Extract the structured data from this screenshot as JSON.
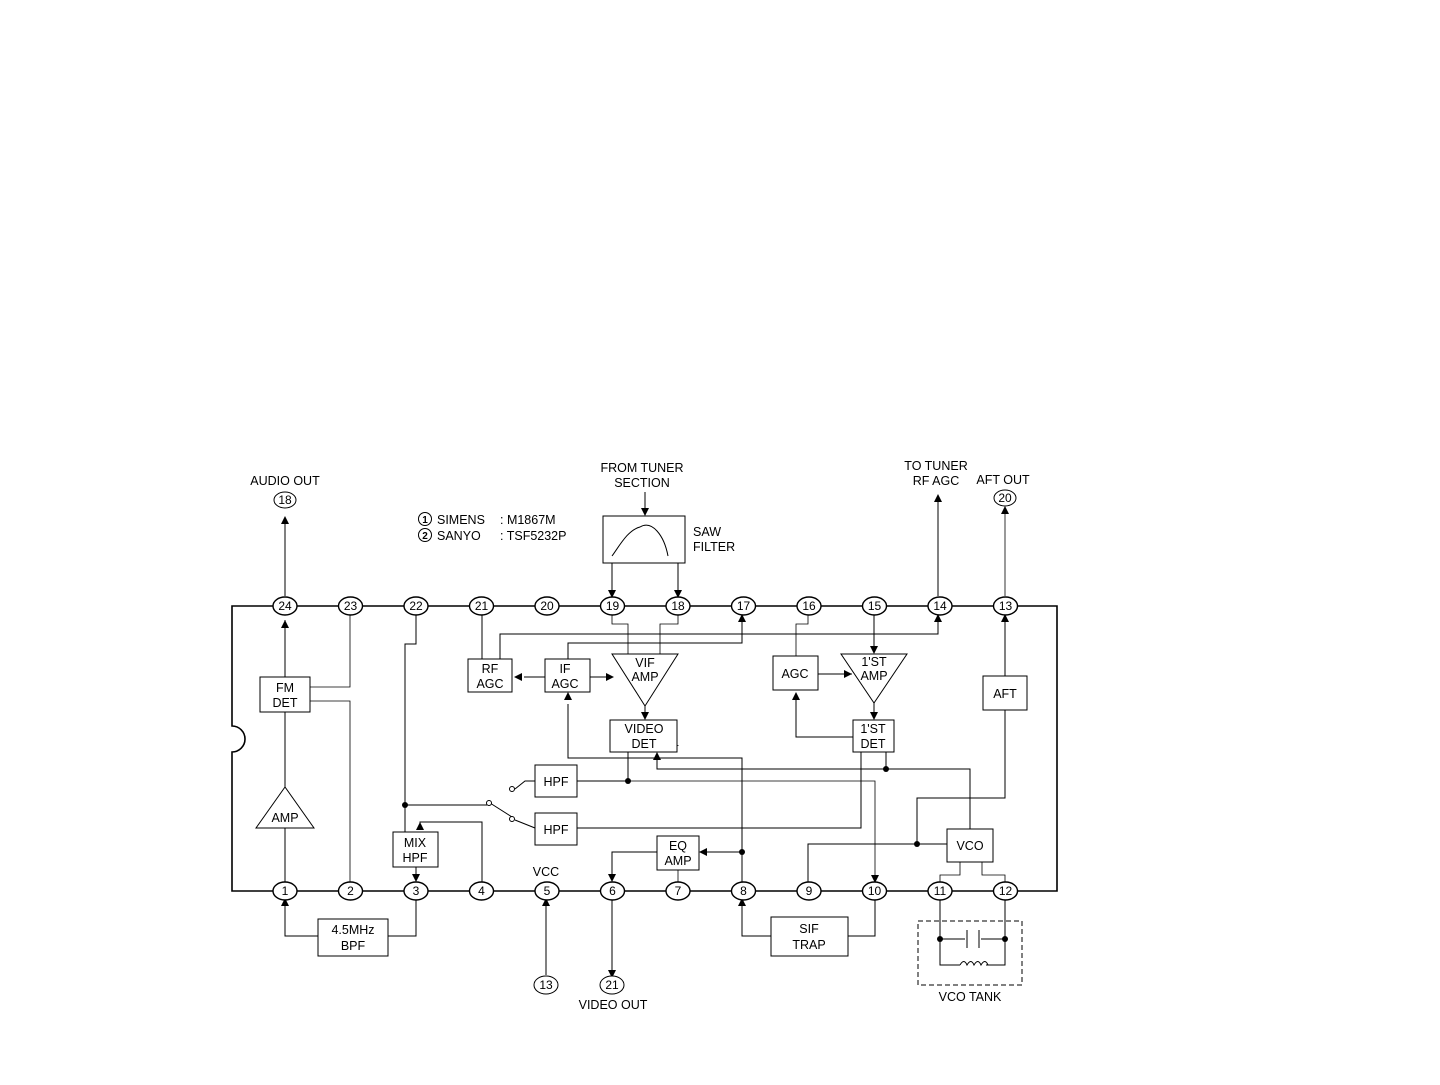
{
  "pins_top": [
    "24",
    "23",
    "22",
    "21",
    "20",
    "19",
    "18",
    "17",
    "16",
    "15",
    "14",
    "13"
  ],
  "pins_bottom": [
    "1",
    "2",
    "3",
    "4",
    "5",
    "6",
    "7",
    "8",
    "9",
    "10",
    "11",
    "12"
  ],
  "external": {
    "audio_out": "AUDIO OUT",
    "audio_out_pin": "18",
    "from_tuner_1": "FROM TUNER",
    "from_tuner_2": "SECTION",
    "saw_1": "SAW",
    "saw_2": "FILTER",
    "to_tuner_1": "TO TUNER",
    "to_tuner_2": "RF AGC",
    "aft_out": "AFT OUT",
    "aft_out_pin": "20",
    "vcc": "VCC",
    "vcc_pin": "13",
    "video_out_pin": "21",
    "video_out": "VIDEO OUT",
    "vco_tank": "VCO TANK"
  },
  "notes": [
    {
      "num": "1",
      "maker": "SIMENS",
      "part": ": M1867M"
    },
    {
      "num": "2",
      "maker": "SANYO",
      "part": ": TSF5232P"
    }
  ],
  "blocks": {
    "fm_det": [
      "FM",
      "DET"
    ],
    "amp": "AMP",
    "rf_agc": [
      "RF",
      "AGC"
    ],
    "if_agc": [
      "IF",
      "AGC"
    ],
    "vif_amp": [
      "VIF",
      "AMP"
    ],
    "video_det": [
      "VIDEO",
      "DET"
    ],
    "agc": "AGC",
    "first_amp": [
      "1'ST",
      "AMP"
    ],
    "first_det": [
      "1'ST",
      "DET"
    ],
    "aft": "AFT",
    "hpf1": "HPF",
    "hpf2": "HPF",
    "mix_hpf": [
      "MIX",
      "HPF"
    ],
    "eq_amp": [
      "EQ",
      "AMP"
    ],
    "vco": "VCO",
    "bpf": [
      "4.5MHz",
      "BPF"
    ],
    "sif_trap": [
      "SIF",
      "TRAP"
    ]
  }
}
